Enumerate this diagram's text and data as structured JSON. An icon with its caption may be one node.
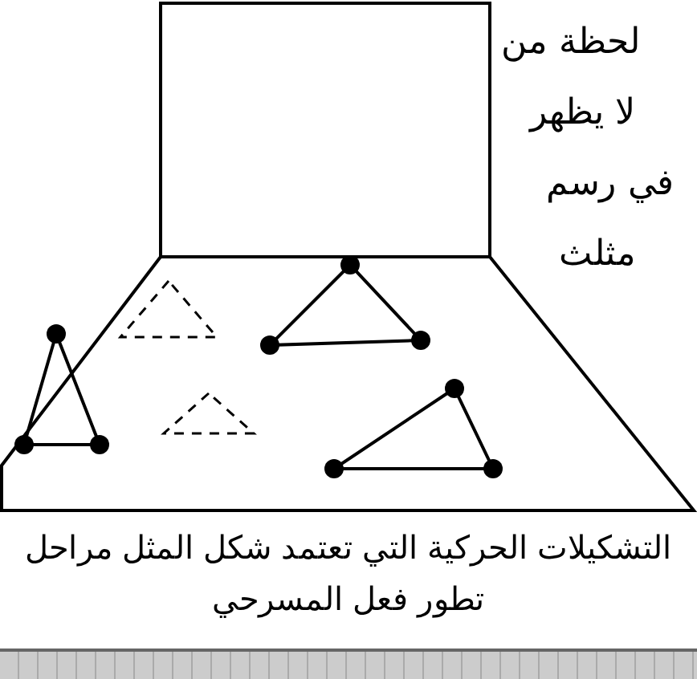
{
  "diagram": {
    "caption": "التشكيلات الحركية التي تعتمد شكل المثل مراحل تطور فعل المسرحي",
    "labels": [
      "لحظة من",
      "لا يظهر",
      "في رسم",
      "مثلث"
    ]
  }
}
